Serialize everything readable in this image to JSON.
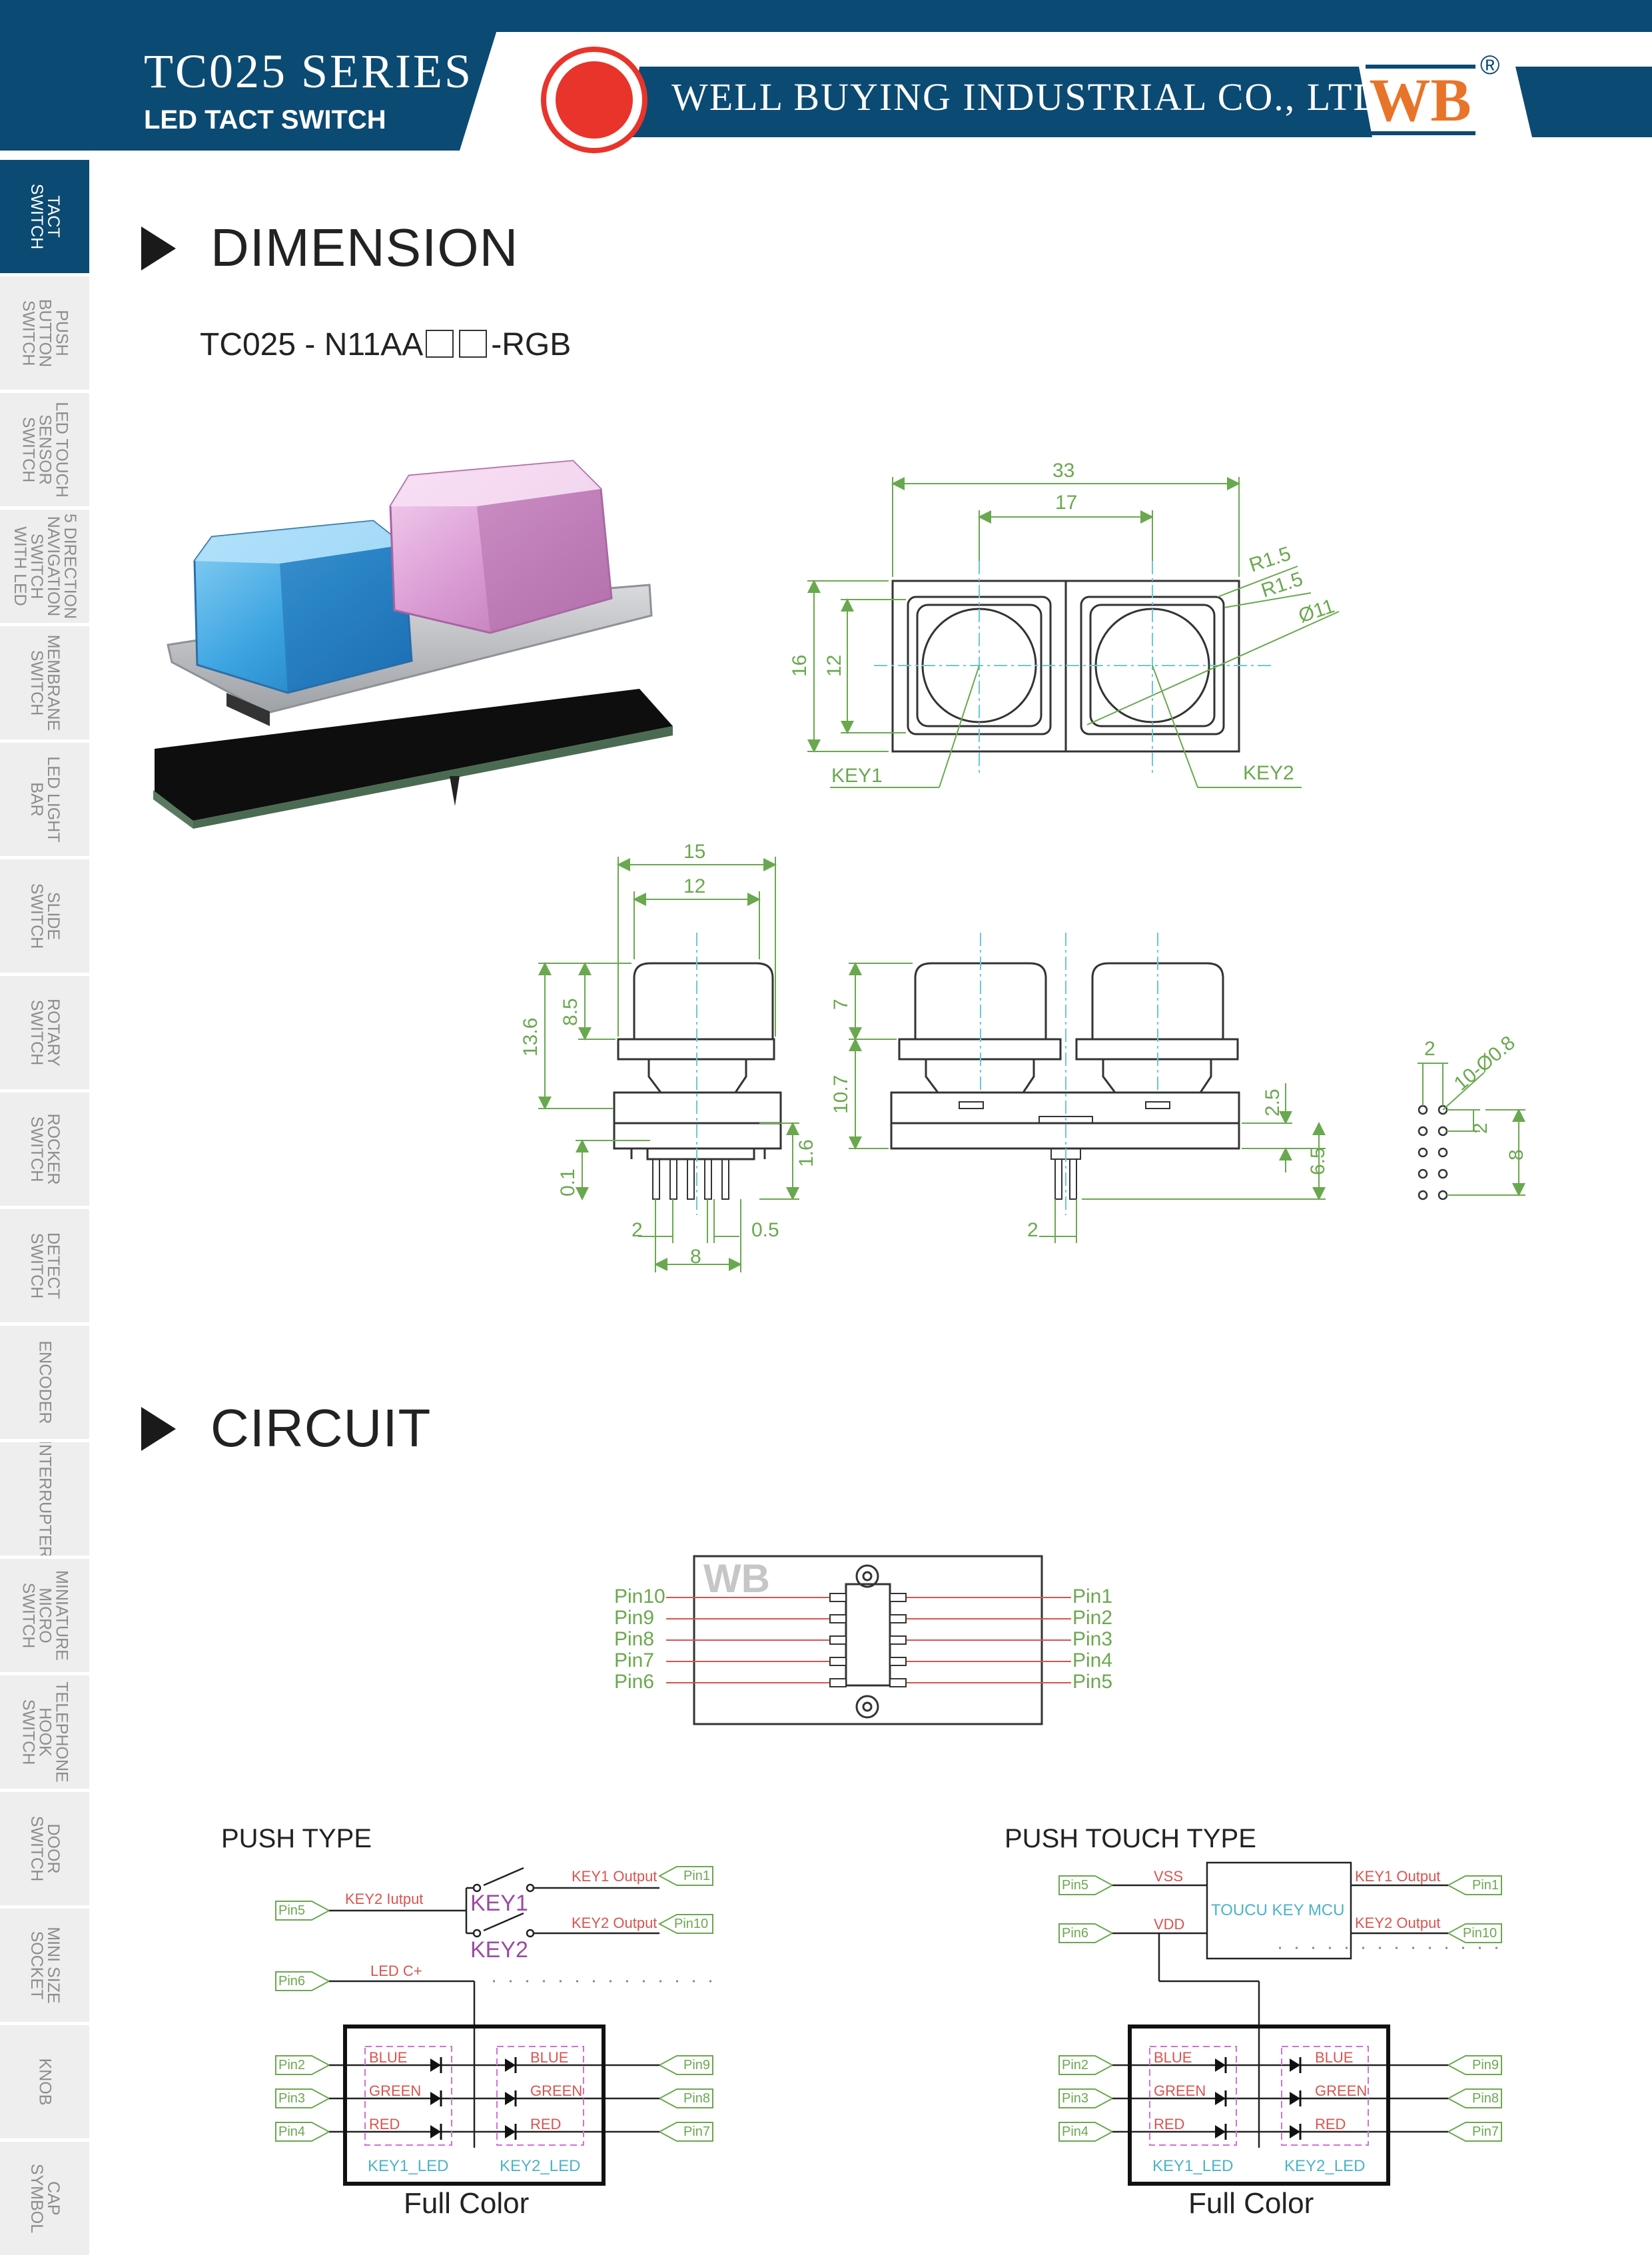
{
  "header": {
    "series": "TC025 SERIES",
    "subtitle": "LED TACT SWITCH",
    "company": "WELL BUYING INDUSTRIAL CO., LTD",
    "logo_text": "WB",
    "registered": "®",
    "colors": {
      "navy": "#0b4a73",
      "logo_red": "#e8342a",
      "logo_orange": "#e8742a"
    }
  },
  "sidebar": {
    "items": [
      {
        "label": "TACT\nSWITCH",
        "active": true
      },
      {
        "label": "PUSH\nBUTTON\nSWITCH"
      },
      {
        "label": "LED TOUCH\nSENSOR\nSWITCH"
      },
      {
        "label": "5 DIRECTION\nNAVIGATION\nSWITCH\nWITH LED"
      },
      {
        "label": "MEMBRANE\nSWITCH"
      },
      {
        "label": "LED LIGHT\nBAR"
      },
      {
        "label": "SLIDE\nSWITCH"
      },
      {
        "label": "ROTARY\nSWITCH"
      },
      {
        "label": "ROCKER\nSWITCH"
      },
      {
        "label": "DETECT\nSWITCH"
      },
      {
        "label": "ENCODER"
      },
      {
        "label": "INTERRUPTER"
      },
      {
        "label": "MINIATURE\nMICRO\nSWITCH"
      },
      {
        "label": "TELEPHONE\nHOOK\nSWITCH"
      },
      {
        "label": "DOOR\nSWITCH"
      },
      {
        "label": "MINI SIZE\nSOCKET"
      },
      {
        "label": "KNOB"
      },
      {
        "label": "CAP\nSYMBOL"
      }
    ]
  },
  "dimension": {
    "title": "DIMENSION",
    "part_prefix": "TC025 - N11AA",
    "part_suffix": "-RGB",
    "top_view": {
      "d33": "33",
      "d17": "17",
      "r1": "R1.5",
      "r2": "R1.5",
      "dia": "Ø11",
      "d16": "16",
      "d12": "12",
      "key1": "KEY1",
      "key2": "KEY2"
    },
    "side_view": {
      "d15": "15",
      "d12": "12",
      "d8_5": "8.5",
      "d13_6": "13.6",
      "d0_1": "0.1",
      "d1_6": "1.6",
      "d2": "2",
      "d0_5": "0.5",
      "d8": "8"
    },
    "front_view": {
      "d7": "7",
      "d10_7": "10.7",
      "d2_5": "2.5",
      "d6_5": "6.5",
      "d2": "2"
    },
    "pin_view": {
      "d2a": "2",
      "holes": "10-Ø0.8",
      "d2b": "2",
      "d8": "8"
    }
  },
  "circuit": {
    "title": "CIRCUIT",
    "pinout": {
      "logo": "WB",
      "left": [
        "Pin10",
        "Pin9",
        "Pin8",
        "Pin7",
        "Pin6"
      ],
      "right": [
        "Pin1",
        "Pin2",
        "Pin3",
        "Pin4",
        "Pin5"
      ]
    },
    "push": {
      "title": "PUSH  TYPE",
      "key2_input": "KEY2 Iutput",
      "key1_output": "KEY1 Output",
      "key2_output": "KEY2 Output",
      "key1": "KEY1",
      "key2": "KEY2",
      "led_c": "LED C+",
      "pins": {
        "pin5": "Pin5",
        "pin1": "Pin1",
        "pin10": "Pin10",
        "pin6": "Pin6",
        "pin2": "Pin2",
        "pin3": "Pin3",
        "pin4": "Pin4",
        "pin9": "Pin9",
        "pin8": "Pin8",
        "pin7": "Pin7"
      },
      "colors": [
        "BLUE",
        "GREEN",
        "RED"
      ],
      "led1": "KEY1_LED",
      "led2": "KEY2_LED",
      "footer": "Full Color"
    },
    "touch": {
      "title": "PUSH TOUCH TYPE",
      "vss": "VSS",
      "vdd": "VDD",
      "mcu": "TOUCU KEY MCU",
      "key1_output": "KEY1 Output",
      "key2_output": "KEY2 Output",
      "pins": {
        "pin5": "Pin5",
        "pin6": "Pin6",
        "pin1": "Pin1",
        "pin10": "Pin10",
        "pin2": "Pin2",
        "pin3": "Pin3",
        "pin4": "Pin4",
        "pin9": "Pin9",
        "pin8": "Pin8",
        "pin7": "Pin7"
      },
      "colors": [
        "BLUE",
        "GREEN",
        "RED"
      ],
      "led1": "KEY1_LED",
      "led2": "KEY2_LED",
      "footer": "Full Color"
    }
  }
}
